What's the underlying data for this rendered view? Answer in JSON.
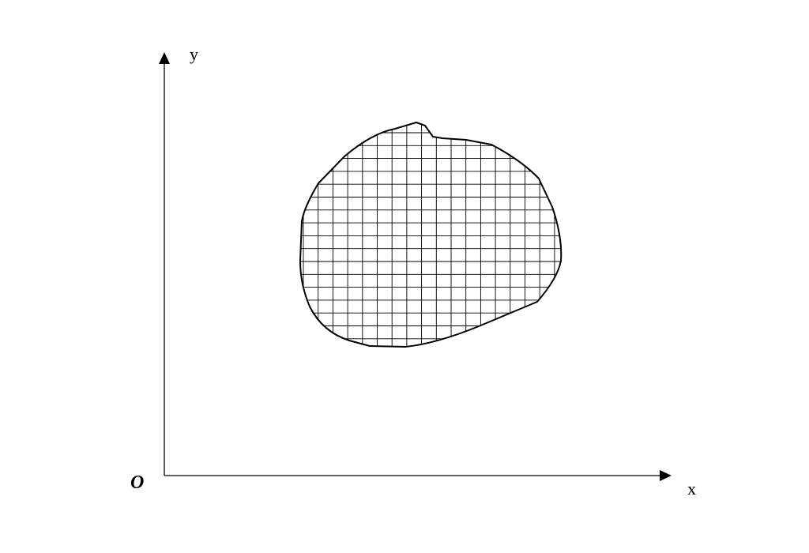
{
  "axes": {
    "x_label": "x",
    "y_label": "y",
    "origin_label": "O"
  },
  "region": {
    "fill_pattern": "square-grid",
    "stroke_color": "#000000"
  },
  "colors": {
    "background": "#ffffff",
    "ink": "#000000"
  }
}
